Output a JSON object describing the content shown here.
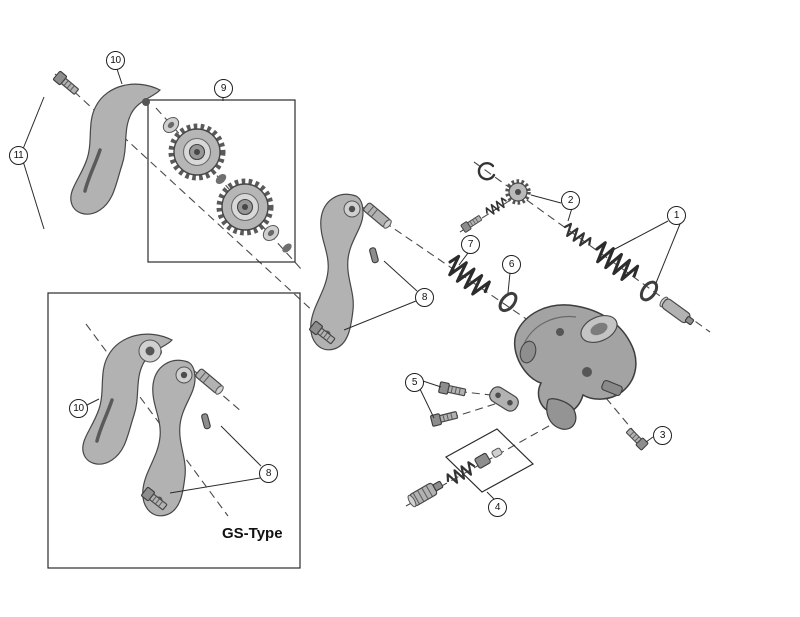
{
  "diagram": {
    "background": "#ffffff",
    "line_color": "#2b2b2b",
    "part_fill": "#b2b2b2",
    "gs_box_label": "GS-Type",
    "callouts": {
      "c1": "1",
      "c2": "2",
      "c3": "3",
      "c4": "4",
      "c5": "5",
      "c6": "6",
      "c7": "7",
      "c8_main": "8",
      "c8_gs": "8",
      "c9": "9",
      "c10_main": "10",
      "c10_gs": "10",
      "c11": "11"
    }
  }
}
